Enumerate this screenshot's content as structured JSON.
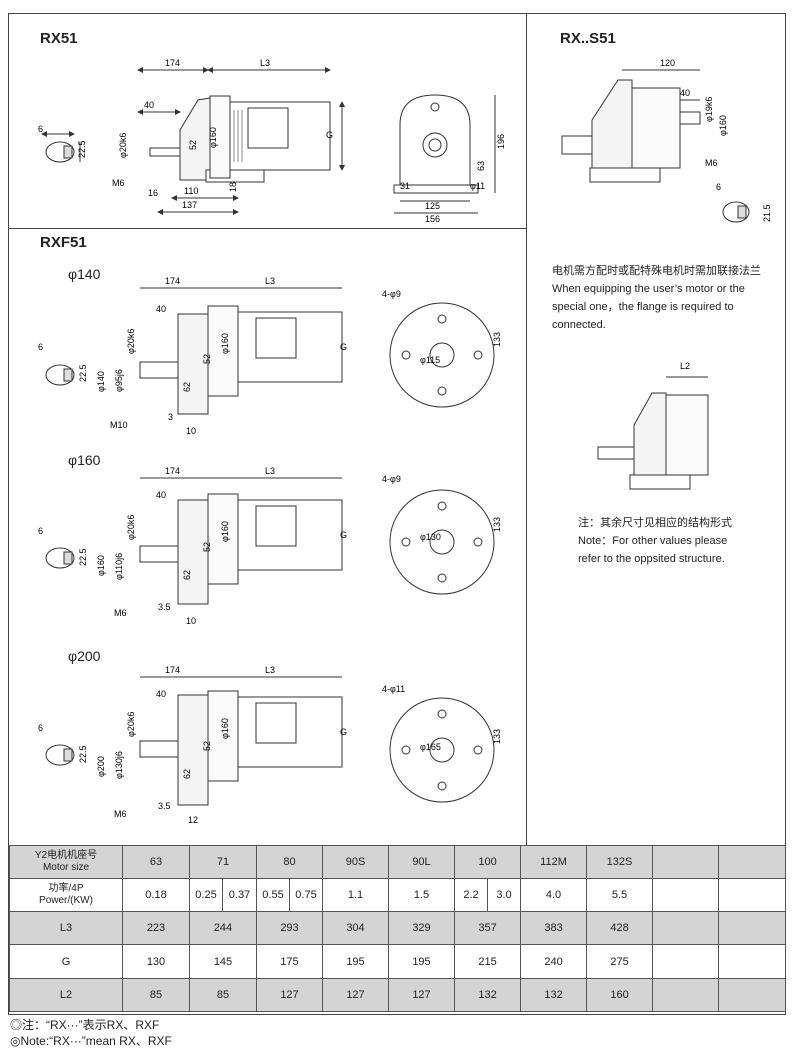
{
  "sections": {
    "rx51": "RX51",
    "rxs51": "RX..S51",
    "rxf51": "RXF51"
  },
  "flange_sizes": [
    "φ140",
    "φ160",
    "φ200"
  ],
  "rx51_dims": {
    "top_174": "174",
    "top_L3": "L3",
    "d40": "40",
    "shaft": "φ20k6",
    "d52": "52",
    "d160": "φ160",
    "G": "G",
    "d110": "110",
    "d137": "137",
    "d16": "16",
    "d18": "18",
    "M6": "M6",
    "key_6": "6",
    "key_22_5": "22.5",
    "side_196": "196",
    "side_63": "63",
    "side_31": "31",
    "side_125": "125",
    "side_156": "156",
    "side_hole": "φ11"
  },
  "rxs51_dims": {
    "d120": "120",
    "d40": "40",
    "shaft": "φ19k6",
    "d160": "φ160",
    "M6": "M6",
    "key_6": "6",
    "key_21_5": "21.5"
  },
  "rxf51_140": {
    "d174": "174",
    "L3": "L3",
    "d40": "40",
    "shaft": "φ20k6",
    "d52": "52",
    "d160": "φ160",
    "G": "G",
    "d140": "φ140",
    "d95": "φ95j6",
    "d62": "62",
    "d3": "3",
    "d10": "10",
    "M10": "M10",
    "key_6": "6",
    "key_22_5": "22.5",
    "holes": "4-φ9",
    "d133": "133",
    "d115": "φ115"
  },
  "rxf51_160": {
    "d174": "174",
    "L3": "L3",
    "d40": "40",
    "shaft": "φ20k6",
    "d52": "52",
    "d160": "φ160",
    "G": "G",
    "fl160": "φ160",
    "d110": "φ110j6",
    "d62": "62",
    "d3_5": "3.5",
    "d10": "10",
    "M6": "M6",
    "key_6": "6",
    "key_22_5": "22.5",
    "holes": "4-φ9",
    "d133": "133",
    "d130": "φ130"
  },
  "rxf51_200": {
    "d174": "174",
    "L3": "L3",
    "d40": "40",
    "shaft": "φ20k6",
    "d52": "52",
    "d160": "φ160",
    "G": "G",
    "d200": "φ200",
    "d130": "φ130j6",
    "d62": "62",
    "d3_5": "3.5",
    "d12": "12",
    "M6": "M6",
    "key_6": "6",
    "key_22_5": "22.5",
    "holes": "4-φ11",
    "d133": "133",
    "d165": "φ165"
  },
  "l2_label": "L2",
  "notes": {
    "flange_cn": "电机需方配时或配特殊电机时需加联接法兰",
    "flange_en_1": "When equipping the user’s motor or the",
    "flange_en_2": "special one，the flange is  required to",
    "flange_en_3": "connected.",
    "other_cn": "注：其余尺寸见相应的结构形式",
    "other_en_1": "Note：For other values please",
    "other_en_2": "refer to the oppsited structure."
  },
  "table": {
    "motor_label_cn": "Y2电机机座号",
    "motor_label_en": "Motor size",
    "motor_sizes": [
      "63",
      "71",
      "80",
      "90S",
      "90L",
      "100",
      "112M",
      "132S"
    ],
    "power_label_cn": "功率/4P",
    "power_label_en": "Power/(KW)",
    "powers": [
      "0.18",
      "0.25",
      "0.37",
      "0.55",
      "0.75",
      "1.1",
      "1.5",
      "2.2",
      "3.0",
      "4.0",
      "5.5"
    ],
    "L3_label": "L3",
    "L3": [
      "223",
      "244",
      "293",
      "304",
      "329",
      "357",
      "383",
      "428"
    ],
    "G_label": "G",
    "G": [
      "130",
      "145",
      "175",
      "195",
      "195",
      "215",
      "240",
      "275"
    ],
    "L2_label": "L2",
    "L2": [
      "85",
      "85",
      "127",
      "127",
      "127",
      "132",
      "132",
      "160"
    ]
  },
  "footnotes": {
    "cn": "◎注：“RX···”表示RX、RXF",
    "en": "◎Note:“RX···”mean RX、RXF"
  }
}
